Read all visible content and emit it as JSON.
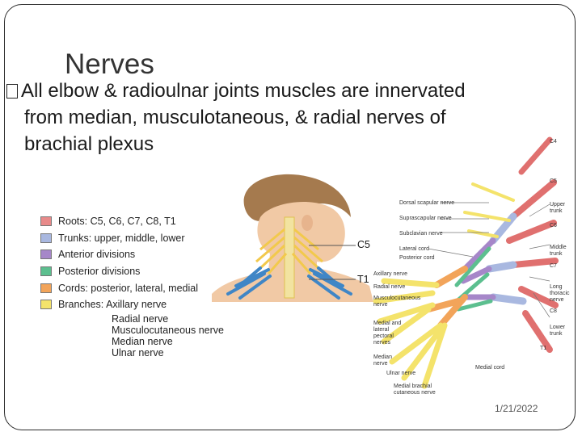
{
  "slide": {
    "title": "Nerves",
    "bullet_line1": "All elbow & radioulnar joints muscles are innervated",
    "bullet_line2": "from median, musculotaneous, & radial nerves of",
    "bullet_line3": "brachial plexus",
    "date": "1/21/2022"
  },
  "legend": {
    "items": [
      {
        "label": "Roots: C5, C6, C7, C8, T1",
        "color": "#e88a8a"
      },
      {
        "label": "Trunks: upper, middle, lower",
        "color": "#a9b8e0"
      },
      {
        "label": "Anterior divisions",
        "color": "#a687c9"
      },
      {
        "label": "Posterior divisions",
        "color": "#5cbf8f"
      },
      {
        "label": "Cords: posterior, lateral, medial",
        "color": "#f2a45a"
      },
      {
        "label": "Branches: Axillary nerve",
        "color": "#f4e36b"
      }
    ],
    "branches": [
      "Radial nerve",
      "Musculocutaneous nerve",
      "Median nerve",
      "Ulnar nerve"
    ]
  },
  "neck_figure": {
    "label_c5": "C5",
    "label_t1": "T1"
  },
  "plexus_figure": {
    "right_labels": [
      "C4",
      "C5",
      "Upper trunk",
      "C6",
      "Middle trunk",
      "C7",
      "Long thoracic nerve",
      "C8",
      "Lower trunk",
      "T1"
    ],
    "top_labels": [
      "Dorsal scapular nerve",
      "Suprascapular nerve",
      "Subclavian nerve",
      "Lateral cord",
      "Posterior cord"
    ],
    "left_labels": [
      "Axillary nerve",
      "Radial nerve",
      "Musculocutaneous nerve",
      "Medial and lateral pectoral nerves",
      "Median nerve",
      "Ulnar nerve",
      "Medial brachial cutaneous nerve"
    ],
    "bottom_labels": [
      "Medial cord"
    ]
  }
}
